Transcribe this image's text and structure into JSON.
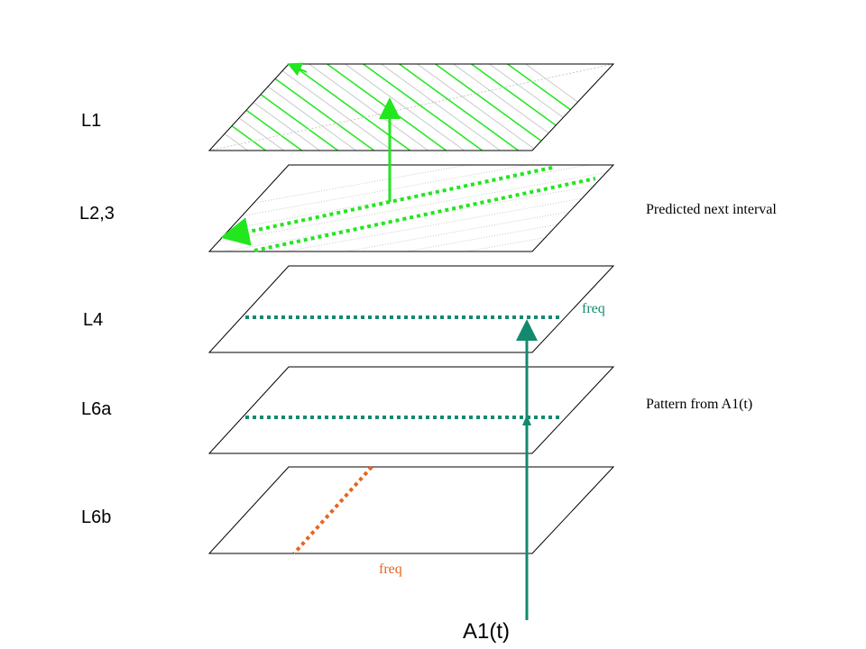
{
  "layers": {
    "l1": "L1",
    "l23": "L2,3",
    "l4": "L4",
    "l6a": "L6a",
    "l6b": "L6b"
  },
  "notes": {
    "predicted": "Predicted next interval",
    "pattern": "Pattern from A1(t)"
  },
  "freq_labels": {
    "l4": "freq",
    "l6b": "freq"
  },
  "input_label": "A1(t)",
  "colors": {
    "bright_green": "#22e61e",
    "teal": "#138a6e",
    "orange": "#e8641e",
    "grey_line": "#c8c8c8",
    "outline": "#000000"
  }
}
